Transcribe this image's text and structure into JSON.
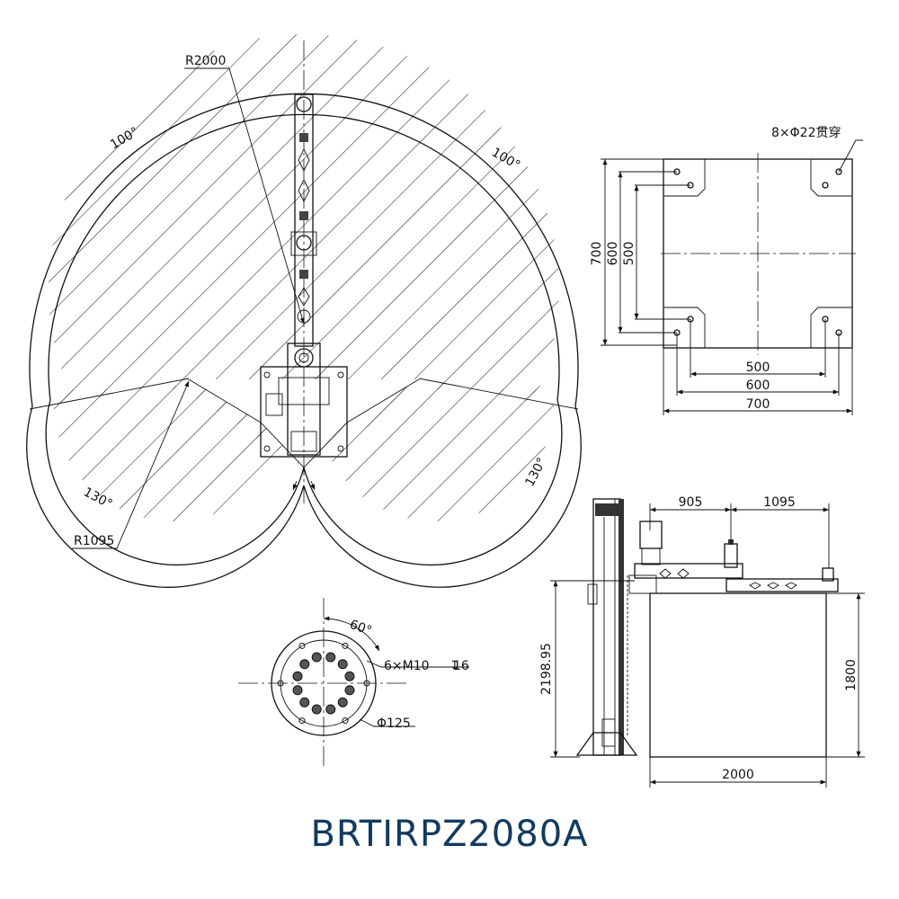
{
  "model": "BRTIRPZ2080A",
  "work_range": {
    "radius_outer": "R2000",
    "radius_inner": "R1095",
    "angle_upper_left": "100°",
    "angle_upper_right": "100°",
    "angle_lower_left": "130°",
    "angle_lower_right": "130°"
  },
  "base_plate": {
    "holes": "8×Φ22贯穿",
    "v_outer": "700",
    "v_mid": "600",
    "v_inner": "500",
    "h_inner": "500",
    "h_mid": "600",
    "h_outer": "700"
  },
  "flange": {
    "angle": "60°",
    "thread": "6×M10",
    "thread_depth": "16",
    "diameter": "Φ125"
  },
  "side_view": {
    "reach_inner": "905",
    "reach_outer": "1095",
    "height_total": "2198.95",
    "height_work": "1800",
    "width_work": "2000"
  },
  "colors": {
    "line": "#111111",
    "title": "#123a5e"
  }
}
